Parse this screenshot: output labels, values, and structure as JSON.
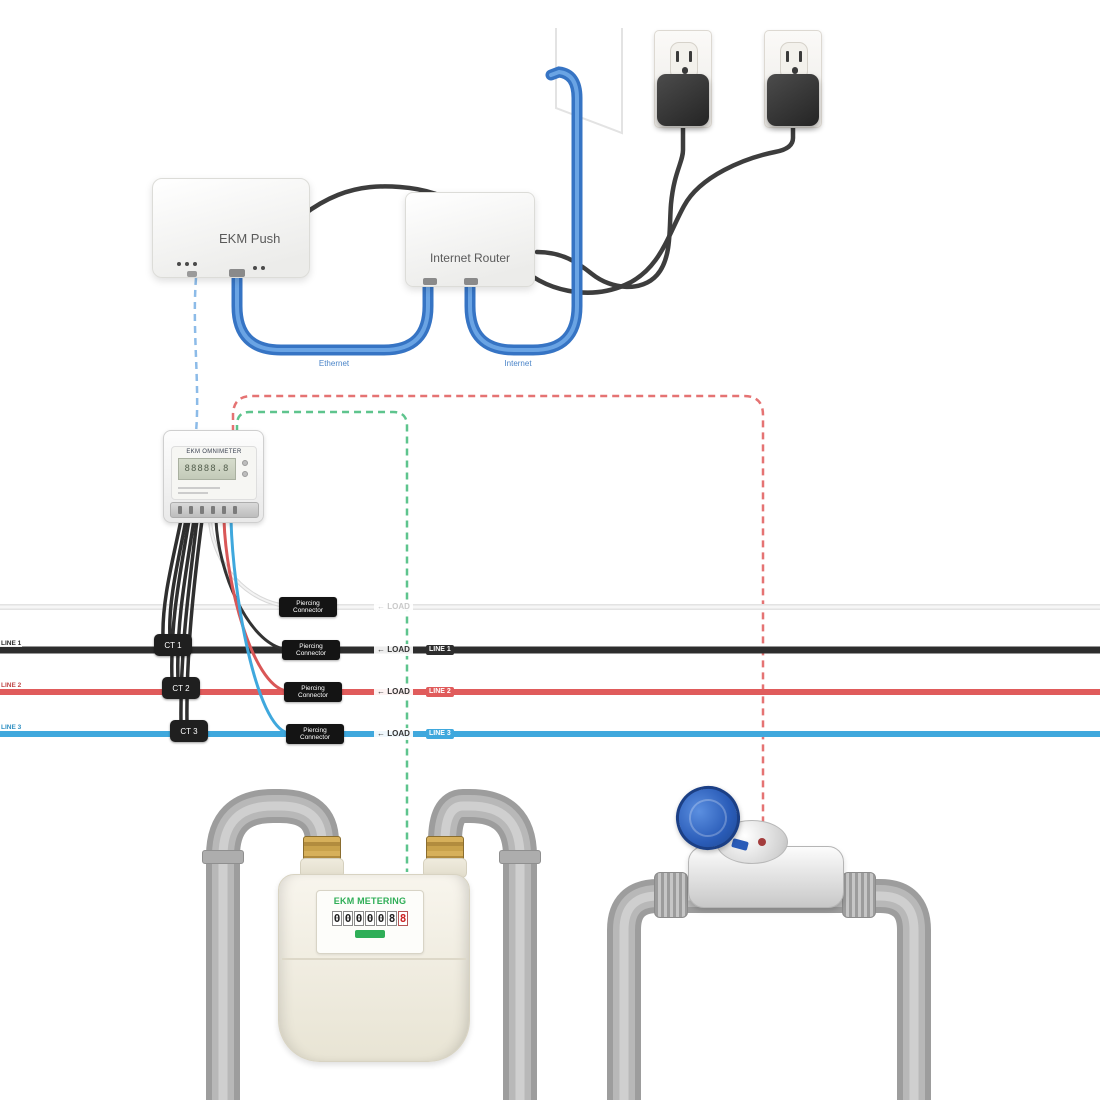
{
  "network": {
    "ekm_push_label": "EKM Push",
    "router_label": "Internet Router",
    "ethernet_cable_label": "Ethernet",
    "internet_cable_label": "Internet",
    "cable_color": "#3674c4"
  },
  "electric_meter": {
    "brand": "EKM OMNIMETER",
    "lcd_value": "88888.8"
  },
  "cts": {
    "labels": [
      "CT 1",
      "CT 2",
      "CT 3"
    ]
  },
  "piercing_connector": {
    "line1": "Piercing",
    "line2": "Connector"
  },
  "power_lines": {
    "load_label": "← LOAD",
    "neutral": {
      "color": "#e3e3e3"
    },
    "line1": {
      "name": "LINE 1",
      "color": "#2d2d2d"
    },
    "line2": {
      "name": "LINE 2",
      "color": "#e05b5b"
    },
    "line3": {
      "name": "LINE 3",
      "color": "#3fa8dd"
    }
  },
  "signal_wires": {
    "rs485_color": "#8cbbe8",
    "gas_pulse_color": "#5ec48d",
    "water_pulse_color": "#e57373"
  },
  "gas_meter": {
    "brand": "EKM METERING",
    "digits": [
      "0",
      "0",
      "0",
      "0",
      "0",
      "8"
    ],
    "red_digit": "8"
  }
}
